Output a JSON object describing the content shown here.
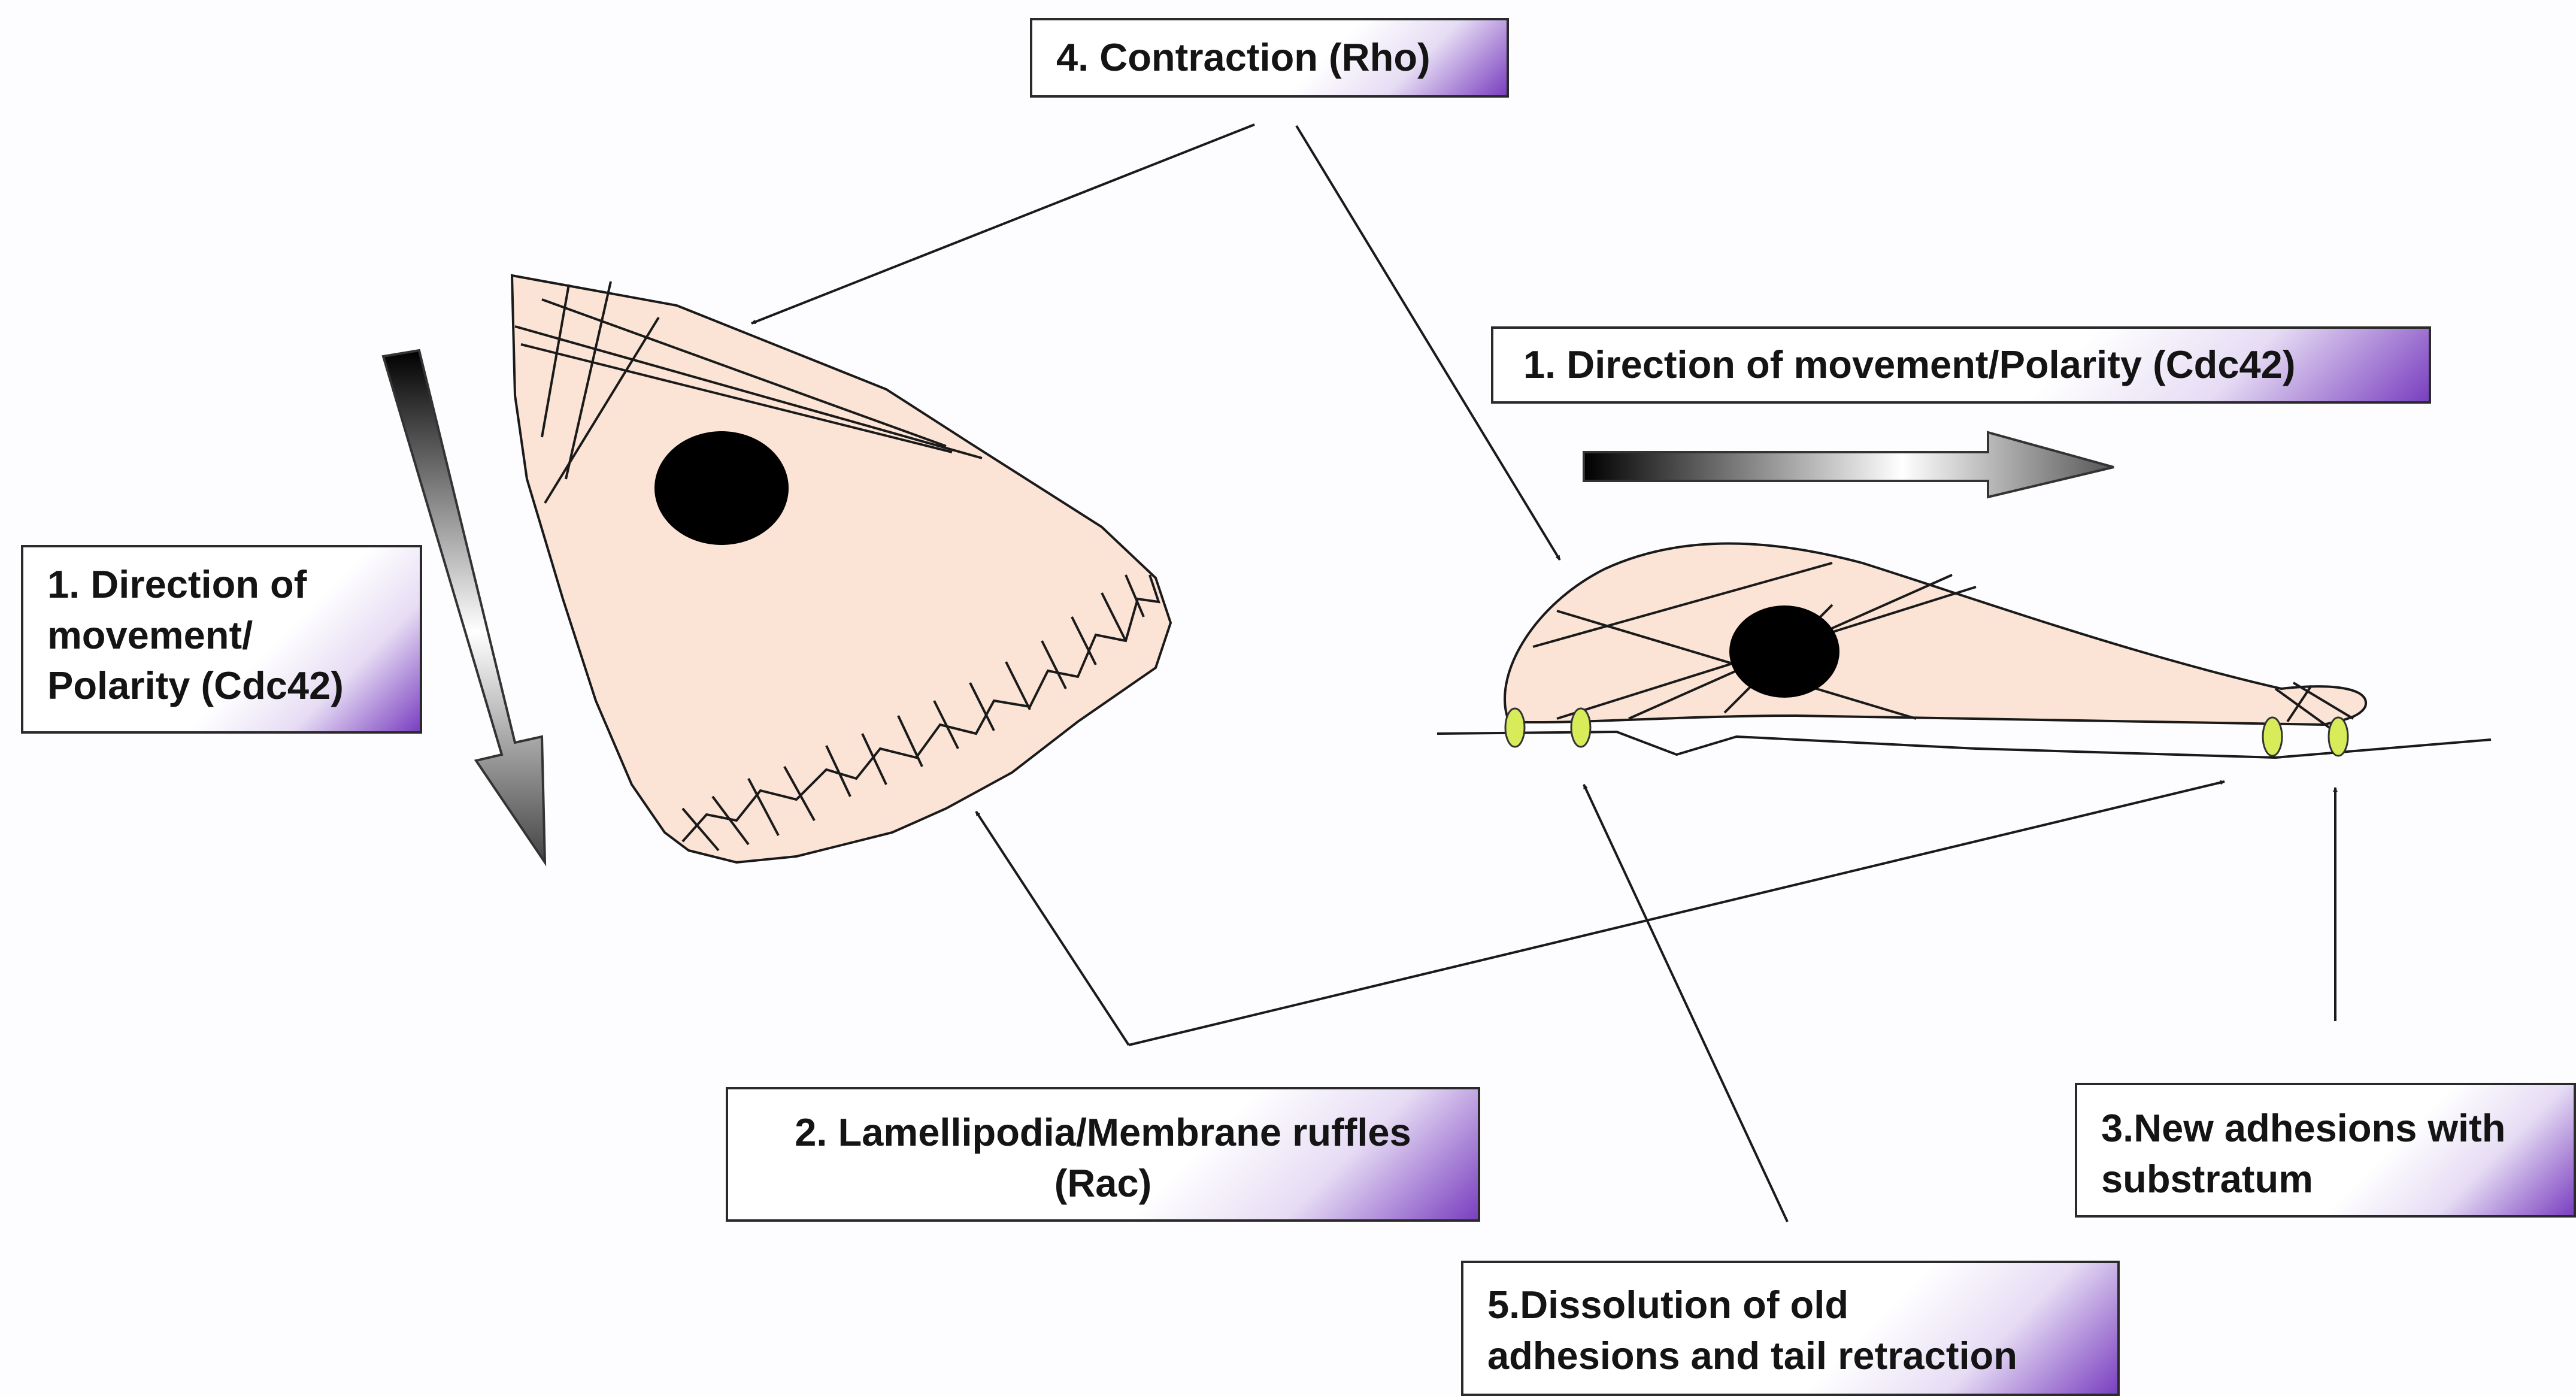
{
  "colors": {
    "cell_fill": "#fbe4d6",
    "nucleus": "#000000",
    "adhesion": "#d8ec5a",
    "label_accent": "#7a3fc0",
    "stroke": "#1a1a1a"
  },
  "labels": {
    "contraction": [
      "4. Contraction (Rho)"
    ],
    "direction_left": [
      "1. Direction of",
      "movement/",
      "Polarity (Cdc42)"
    ],
    "direction_right": [
      "1. Direction of movement/Polarity (Cdc42)"
    ],
    "lamellipodia": [
      "2. Lamellipodia/Membrane ruffles",
      "(Rac)"
    ],
    "new_adhesions": [
      "3.New adhesions with",
      "substratum"
    ],
    "dissolution": [
      "5.Dissolution of old",
      "adhesions and tail retraction"
    ]
  },
  "icons": {
    "direction_arrow_left": "gradient-arrow-down",
    "direction_arrow_right": "gradient-arrow-right"
  }
}
